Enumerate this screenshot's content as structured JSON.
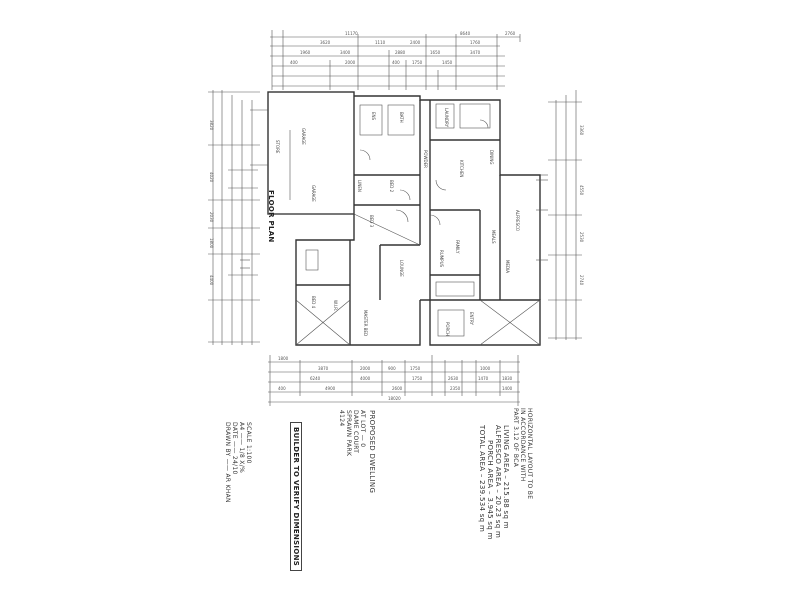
{
  "drawing": {
    "plan_label": "FLOOR PLAN",
    "builder_note": "BUILDER TO VERIFY DIMENSIONS",
    "project_block": [
      "PROPOSED DWELLING",
      "AT LOT —  0",
      "DAME COURT",
      "SPRAWN PARK",
      "4124"
    ],
    "council_block": [
      "HORIZONTAL LAYOUT TO BE",
      "IN ACCORDANCE WITH",
      "PART 3.12 OF BCA"
    ],
    "areas": [
      {
        "label": "LIVING AREA",
        "value": "215.88 sq m"
      },
      {
        "label": "ALFRESCO AREA",
        "value": "20.23 sq m"
      },
      {
        "label": "PORCH AREA",
        "value": "3.945 sq m"
      },
      {
        "label": "TOTAL AREA",
        "value": "239.534 sq m"
      }
    ],
    "scale_block": [
      "SCALE 1:100",
      "A4 —— 1/8 X/%",
      "DATE —— 24/10",
      "DRAWN BY —— AR KHAN"
    ]
  },
  "dimensions": {
    "top_overall": [
      "11170",
      "8640",
      "2760"
    ],
    "top_row2": [
      "3620",
      "1110",
      "2400",
      "1760"
    ],
    "top_row3": [
      "1960",
      "3400",
      "2880",
      "1650",
      "3470"
    ],
    "top_row4": [
      "400",
      "2000",
      "400",
      "1750",
      "1450"
    ],
    "bottom_row1": [
      "1800",
      "3870",
      "2000",
      "900",
      "1750",
      "1000"
    ],
    "bottom_row2": [
      "6240",
      "4000",
      "1750",
      "2630",
      "1470",
      "1830"
    ],
    "bottom_row3": [
      "400",
      "4900",
      "2600",
      "2350",
      "1400"
    ],
    "bottom_overall": [
      "18020"
    ],
    "left_dims": [
      "3820",
      "4020",
      "2030",
      "1800",
      "4400"
    ],
    "right_dims": [
      "3360",
      "4550",
      "2530",
      "2740"
    ]
  },
  "rooms": [
    "GARAGE",
    "GARAGE",
    "STORE",
    "BED 2",
    "BED 3",
    "BED 4",
    "ENS",
    "LAUNDRY",
    "BATH",
    "KITCHEN",
    "FAMILY",
    "DINING",
    "LOUNGE",
    "MEALS",
    "ALFRESCO",
    "MASTER BED",
    "W.I.R.",
    "PORCH",
    "ENTRY",
    "POWDER",
    "LINEN",
    "MEDIA",
    "RUMPUS"
  ]
}
